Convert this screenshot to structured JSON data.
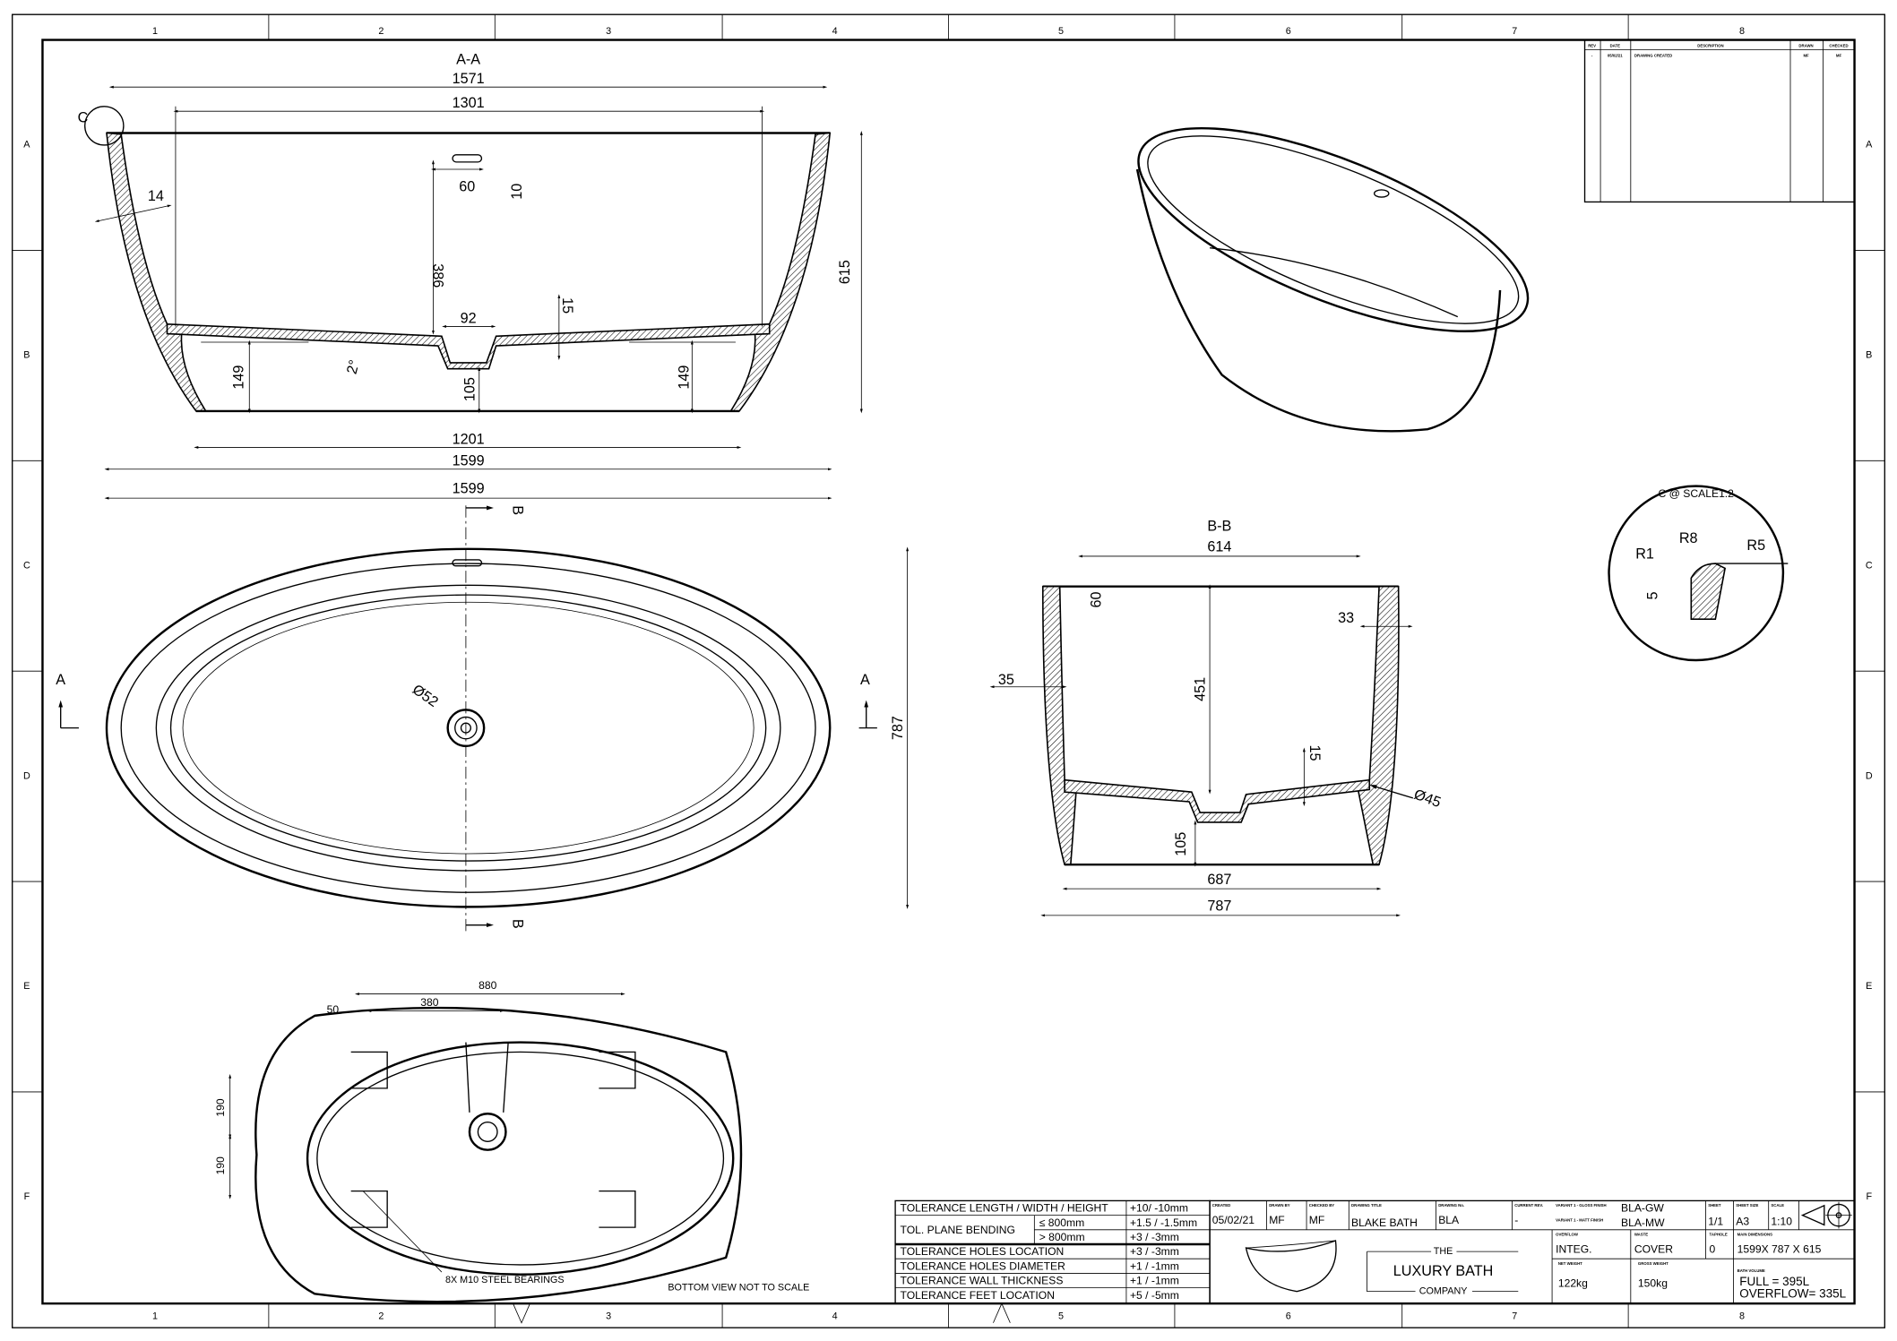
{
  "frame": {
    "columns": [
      "1",
      "2",
      "3",
      "4",
      "5",
      "6",
      "7",
      "8"
    ],
    "rows": [
      "A",
      "B",
      "C",
      "D",
      "E",
      "F"
    ]
  },
  "section_aa": {
    "title": "A-A",
    "detail_marker": "C",
    "dims": {
      "overall_rim": "1571",
      "inner_width": "1301",
      "overflow_width": "60",
      "overflow_height": "10",
      "overflow_depth": "386",
      "wall": "14",
      "waste": "92",
      "floor": "15",
      "height": "615",
      "feet_left": "149",
      "feet_right": "149",
      "slope": "2°",
      "drain_height": "105",
      "base": "1201",
      "overall": "1599"
    }
  },
  "top_view": {
    "dims": {
      "length": "1599",
      "width": "787",
      "drain": "Ø52"
    },
    "section_a_label": "A",
    "section_b_label": "B"
  },
  "section_bb": {
    "title": "B-B",
    "dims": {
      "inner": "614",
      "rim": "60",
      "wall_right": "33",
      "wall_left": "35",
      "depth": "451",
      "floor": "15",
      "waste": "Ø45",
      "drain_height": "105",
      "base": "687",
      "overall": "787"
    }
  },
  "detail_c": {
    "title": "C @ SCALE1:2",
    "r1": "R1",
    "r8": "R8",
    "r5": "R5",
    "height": "5"
  },
  "bottom_view": {
    "dims": {
      "feet_span": "880",
      "channel": "380",
      "offset": "50",
      "upper": "190",
      "lower": "190"
    },
    "bearings_note": "8X M10 STEEL BEARINGS",
    "scale_note": "BOTTOM VIEW NOT TO SCALE"
  },
  "revision_table": {
    "headers": [
      "REV",
      "DATE",
      "DESCRIPTION",
      "DRAWN",
      "CHECKED"
    ],
    "rows": [
      {
        "rev": "-",
        "date": "05/02/21",
        "description": "DRAWING CREATED",
        "drawn": "MF",
        "checked": "MF"
      }
    ]
  },
  "tolerances": {
    "length": {
      "label": "TOLERANCE LENGTH / WIDTH / HEIGHT",
      "value": "+10/ -10mm"
    },
    "plane": {
      "label": "TOL. PLANE BENDING",
      "le": "≤  800mm",
      "le_value": "+1.5 / -1.5mm",
      "gt": ">  800mm",
      "gt_value": "+3 / -3mm"
    },
    "holes_location": {
      "label": "TOLERANCE HOLES LOCATION",
      "value": "+3 / -3mm"
    },
    "holes_diameter": {
      "label": "TOLERANCE HOLES DIAMETER",
      "value": "+1 / -1mm"
    },
    "wall": {
      "label": "TOLERANCE WALL THICKNESS",
      "value": "+1 / -1mm"
    },
    "feet": {
      "label": "TOLERANCE FEET LOCATION",
      "value": "+5 / -5mm"
    }
  },
  "title_block": {
    "created": {
      "label": "CREATED",
      "value": "05/02/21"
    },
    "drawn_by": {
      "label": "DRAWN BY",
      "value": "MF"
    },
    "checked_by": {
      "label": "CHECKED BY",
      "value": "MF"
    },
    "drawing_title": {
      "label": "DRAWING TITLE",
      "value": "BLAKE BATH"
    },
    "drawing_no": {
      "label": "DRAWING No.",
      "value": "BLA"
    },
    "current_rev": {
      "label": "CURRENT REV.",
      "value": "-"
    },
    "variant_gloss": {
      "label": "VARIANT 1 - GLOSS FINISH",
      "value": "BLA-GW"
    },
    "variant_matt": {
      "label": "VARIANT 1 - MATT FINISH",
      "value": "BLA-MW"
    },
    "sheet": {
      "label": "SHEET",
      "value": "1/1"
    },
    "sheet_size": {
      "label": "SHEET SIZE",
      "value": "A3"
    },
    "scale": {
      "label": "SCALE",
      "value": "1:10"
    },
    "overflow": {
      "label": "OVERFLOW",
      "value": "INTEG."
    },
    "waste": {
      "label": "WASTE",
      "value": "COVER"
    },
    "taphole": {
      "label": "TAPHOLE",
      "value": "0"
    },
    "main_dimensions": {
      "label": "MAIN DIMENSIONS",
      "value": "1599X 787 X 615"
    },
    "net_weight": {
      "label": "NET WEIGHT",
      "value": "122kg"
    },
    "gross_weight": {
      "label": "GROSS WEIGHT",
      "value": "150kg"
    },
    "bath_volume": {
      "label": "BATH VOLUME",
      "full": "FULL = 395L",
      "overflow": "OVERFLOW= 335L"
    },
    "logo": {
      "top": "THE",
      "main": "LUXURY BATH",
      "bottom": "COMPANY"
    }
  }
}
